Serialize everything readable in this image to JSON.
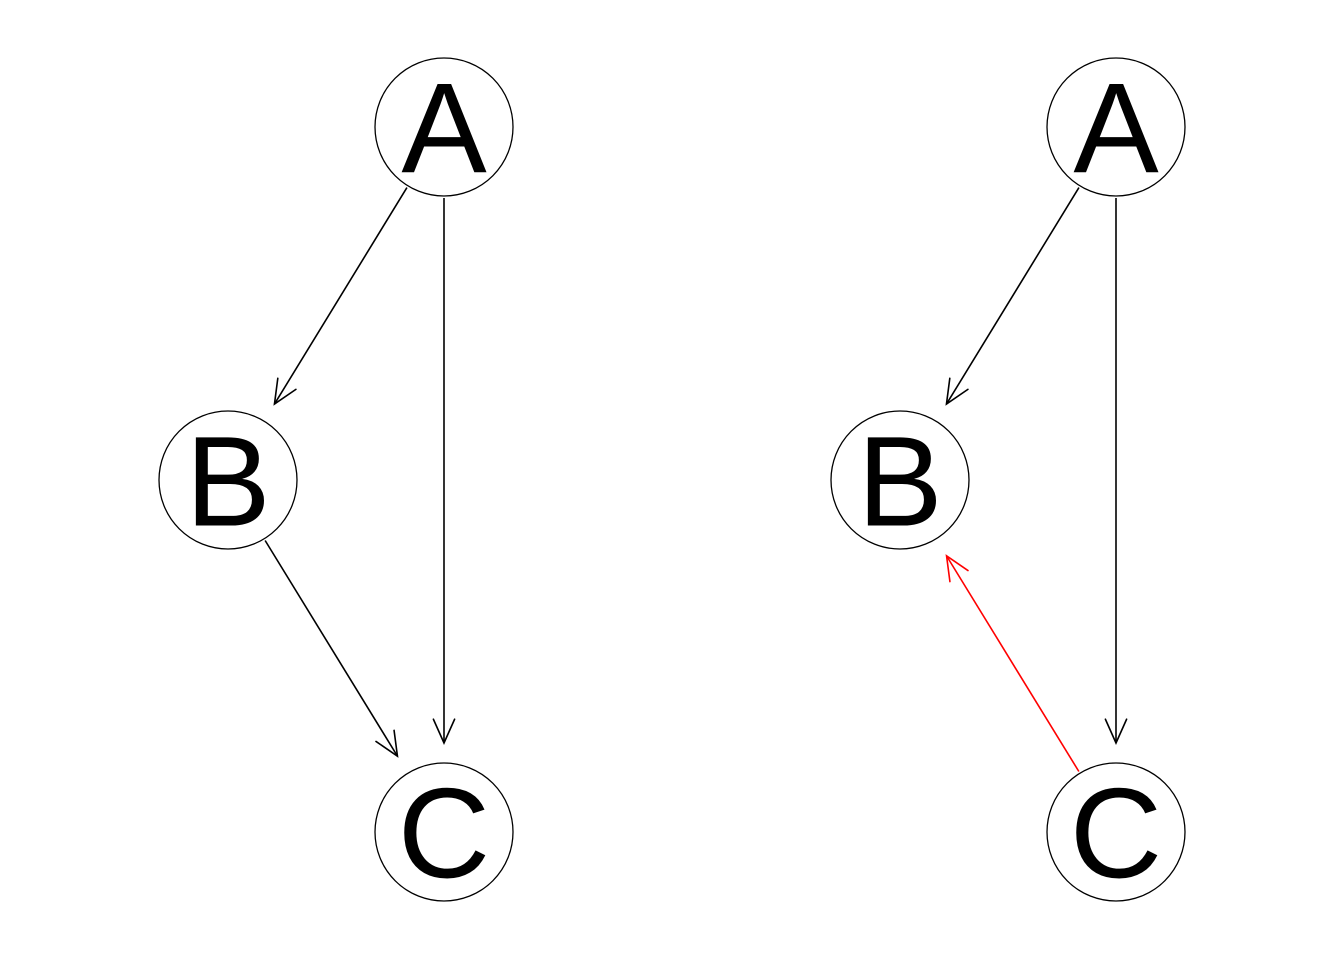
{
  "colors": {
    "default_edge": "#000000",
    "highlight_edge": "#ff0000"
  },
  "graphs": [
    {
      "id": "left",
      "nodes": [
        {
          "id": "A",
          "label": "A"
        },
        {
          "id": "B",
          "label": "B"
        },
        {
          "id": "C",
          "label": "C"
        }
      ],
      "edges": [
        {
          "from": "A",
          "to": "B",
          "highlight": false
        },
        {
          "from": "A",
          "to": "C",
          "highlight": false
        },
        {
          "from": "B",
          "to": "C",
          "highlight": false
        }
      ]
    },
    {
      "id": "right",
      "nodes": [
        {
          "id": "A",
          "label": "A"
        },
        {
          "id": "B",
          "label": "B"
        },
        {
          "id": "C",
          "label": "C"
        }
      ],
      "edges": [
        {
          "from": "A",
          "to": "B",
          "highlight": false
        },
        {
          "from": "A",
          "to": "C",
          "highlight": false
        },
        {
          "from": "C",
          "to": "B",
          "highlight": true
        }
      ]
    }
  ]
}
